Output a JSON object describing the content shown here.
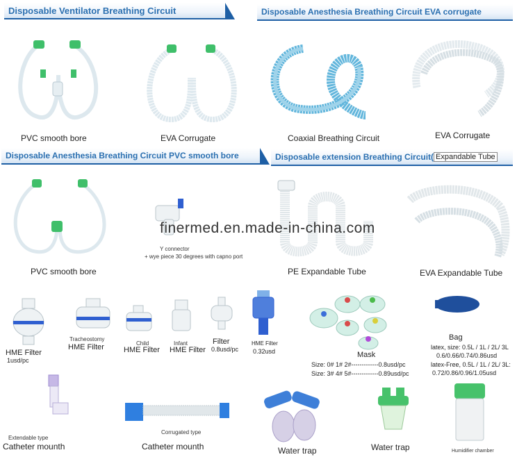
{
  "banners": {
    "ventilator": "Disposable Ventilator Breathing  Circuit",
    "anesthesia_eva": "Disposable Anesthesia Breathing Circuit EVA corrugate",
    "anesthesia_pvc": "Disposable Anesthesia Breathing Circuit PVC smooth bore",
    "extension": "Disposable extension Breathing Circuit(",
    "extension_boxed": "Expandable Tube"
  },
  "row1": {
    "pvc_smooth_bore": "PVC smooth bore",
    "eva_corrugate": "EVA Corrugate",
    "coaxial": "Coaxial Breathing Circuit",
    "eva_corrugate_2": "EVA Corrugate"
  },
  "row2": {
    "pvc_smooth_bore": "PVC smooth bore",
    "y_connector": "Y connector",
    "wye_piece": "+ wye piece 30 degrees with capno port",
    "pe_expandable": "PE Expandable Tube",
    "eva_expandable": "EVA Expandable Tube"
  },
  "watermark": "finermed.en.made-in-china.com",
  "row3": {
    "hme_filter_1": "HME Filter",
    "hme_filter_1_price": "1usd/pc",
    "tracheostomy": "Tracheostomy",
    "hme_filter_2": "HME Filter",
    "child": "Child",
    "hme_filter_3": "HME Filter",
    "infant": "Infant",
    "hme_filter_4": "HME Filter",
    "filter": "Filter",
    "filter_price": "0.8usd/pc",
    "hme_filter_5": "HME Filter",
    "hme_filter_5_price": "0.32usd",
    "mask": "Mask",
    "mask_price_1": "Size: 0# 1# 2#-------------0.8usd/pc",
    "mask_price_2": "Size: 3# 4# 5#-------------0.89usd/pc",
    "bag": "Bag",
    "bag_latex": "latex, size: 0.5L / 1L / 2L/ 3L",
    "bag_latex_price": "0.6/0.66/0.74/0.86usd",
    "bag_latexfree": "latex-Free, 0.5L / 1L / 2L/ 3L:",
    "bag_latexfree_price": "0.72/0.86/0.96/1.05usd"
  },
  "row4": {
    "extendable_type": "Extendable type",
    "catheter_mounth_1": "Catheter mounth",
    "corrugated_type": "Corrugated type",
    "catheter_mounth_2": "Catheter mounth",
    "water_trap_1": "Water trap",
    "water_trap_2": "Water trap",
    "humidifier_chamber": "Humidifier chamber"
  },
  "colors": {
    "banner_text": "#2a6fb0",
    "banner_line": "#1e5fa5",
    "tube": "#dde8ee",
    "connector_green": "#3fbf6a",
    "coaxial_blue": "#62b6dc",
    "filter_blue": "#2f5fd0"
  }
}
